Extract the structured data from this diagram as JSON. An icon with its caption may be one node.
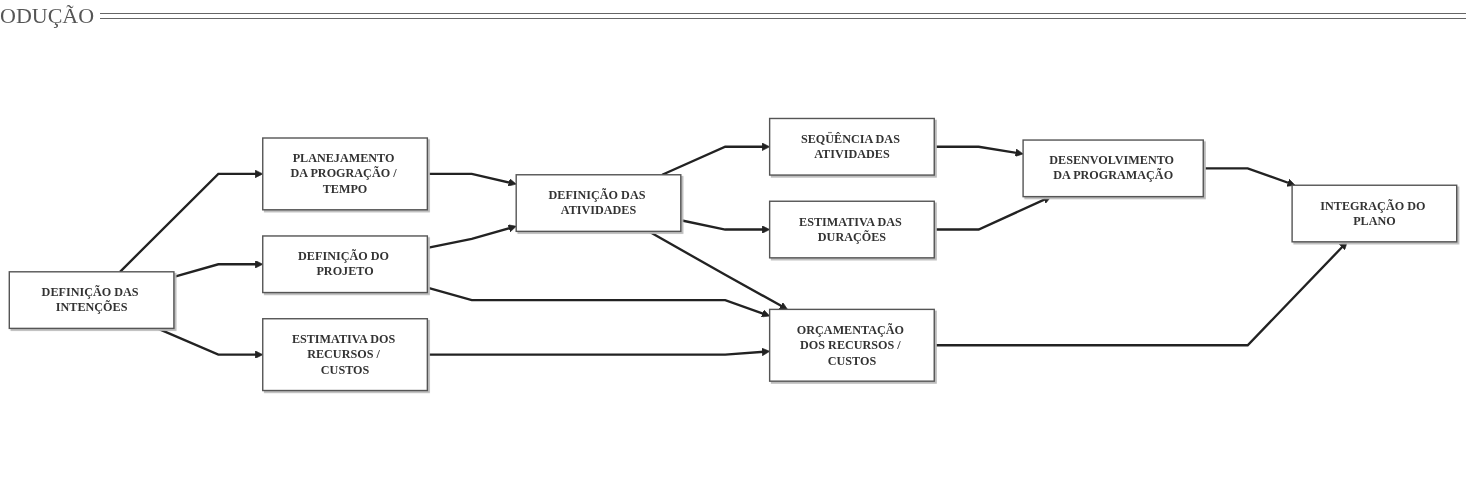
{
  "diagram": {
    "nodes": [
      {
        "text": [
          "DEFINIÇÃO DAS INTENÇÕES"
        ]
      },
      {
        "text": [
          "PLANEJAMENTO DA PROGRAÇÃO / TEMPO"
        ]
      },
      {
        "text": [
          "DEFINIÇÃO DO PROJETO"
        ]
      },
      {
        "text": [
          "ESTIMATIVA DOS RECURSOS / CUSTOS"
        ]
      },
      {
        "text": [
          "DEFINIÇÃO DAS ATIVIDADES"
        ]
      },
      {
        "text": [
          "SEQÜÊNCIA DAS ATIVIDADES"
        ]
      },
      {
        "text": [
          "ESTIMATIVA DAS DURAÇÕES"
        ]
      },
      {
        "text": [
          "ORÇAMENTAÇÃO DOS RECURSOS / CUSTOS"
        ]
      },
      {
        "text": [
          "DESENVOLVIMENTO DA PROGRAMAÇÃO"
        ]
      },
      {
        "text": [
          "INTEGRAÇÃO DO PLANO"
        ]
      }
    ],
    "edges": [
      {
        "from": 0,
        "to": 1,
        "arrow": "to"
      },
      {
        "from": 0,
        "to": 2,
        "arrow": "to"
      },
      {
        "from": 0,
        "to": 3,
        "arrow": "to"
      },
      {
        "from": 1,
        "to": 4,
        "arrow": "to"
      },
      {
        "from": 2,
        "to": 4,
        "arrow": "to"
      },
      {
        "from": 2,
        "to": 7,
        "arrow": "to"
      },
      {
        "from": 3,
        "to": 7,
        "arrow": "to"
      },
      {
        "from": 4,
        "to": 5,
        "arrow": "to"
      },
      {
        "from": 4,
        "to": 6,
        "arrow": "to"
      },
      {
        "from": 4,
        "to": 7,
        "arrow": "to"
      },
      {
        "from": 5,
        "to": 8,
        "arrow": "to"
      },
      {
        "from": 6,
        "to": 8,
        "arrow": "to"
      },
      {
        "from": 8,
        "to": 9,
        "arrow": "to"
      },
      {
        "from": 7,
        "to": 9,
        "arrow": "to"
      }
    ],
    "labels": [
      "ODUÇÃO"
    ]
  }
}
